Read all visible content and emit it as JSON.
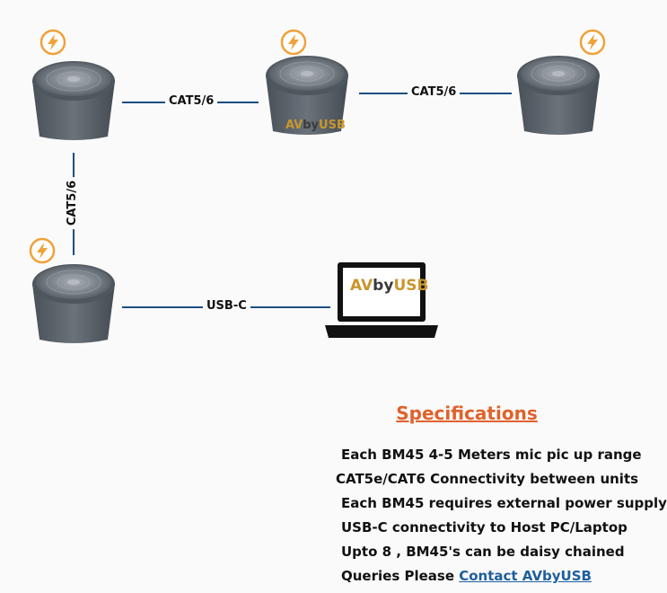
{
  "links": {
    "link1_label": "CAT5/6",
    "link2_label": "CAT5/6",
    "link3_label": "CAT5/6",
    "link4_label": "USB-C"
  },
  "branding": {
    "logo_av": "AV",
    "logo_by": "by",
    "logo_usb": "USB"
  },
  "specifications": {
    "title": "Specifications",
    "lines": [
      "Each BM45 4-5 Meters mic pic up range",
      "CAT5e/CAT6 Connectivity between units",
      "Each BM45 requires external power supply",
      "USB-C connectivity to Host PC/Laptop",
      "Upto 8 , BM45's can be daisy chained"
    ],
    "queries_prefix": "Queries Please ",
    "contact_link": "Contact AVbyUSB"
  },
  "colors": {
    "accent": "#e0622b",
    "link_line": "#1c4f80",
    "power_icon": "#f0a23a",
    "speaker_body": "#5b636b"
  },
  "icons": [
    "power-icon",
    "speaker-icon",
    "laptop-icon"
  ]
}
